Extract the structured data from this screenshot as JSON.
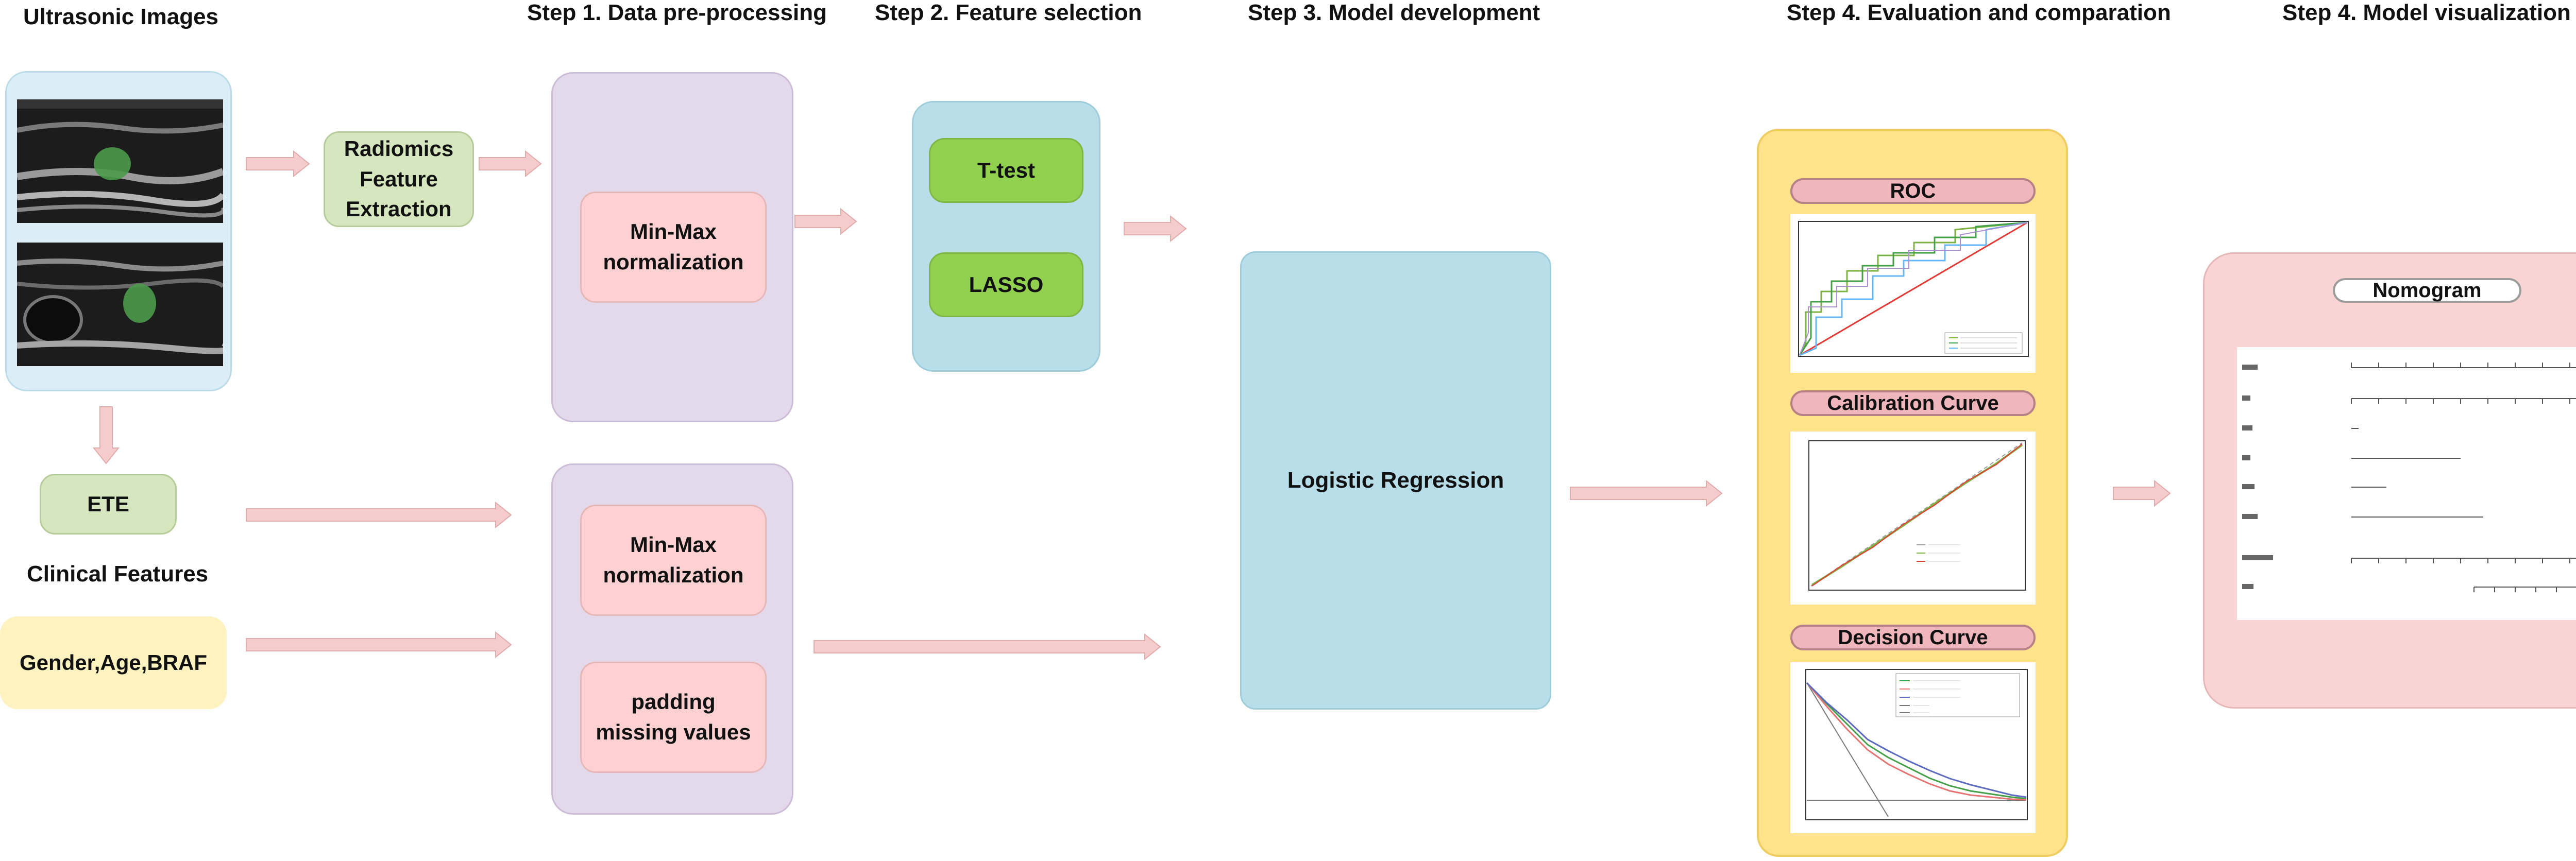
{
  "headings": {
    "ultrasonic": "Ultrasonic Images",
    "step1": "Step 1. Data pre-processing",
    "step2": "Step 2. Feature selection",
    "step3": "Step 3. Model development",
    "step4a": "Step 4. Evaluation and comparation",
    "step4b": "Step 4. Model visualization",
    "clinical": "Clinical Features"
  },
  "nodes": {
    "radiomics": "Radiomics Feature Extraction",
    "ete": "ETE",
    "gender": "Gender,Age,BRAF",
    "minmax_top": "Min-Max normalization",
    "minmax_bottom": "Min-Max normalization",
    "padding": "padding missing values",
    "ttest": "T-test",
    "lasso": "LASSO",
    "logistic": "Logistic Regression"
  },
  "evaluation": {
    "roc": "ROC",
    "calibration": "Calibration Curve",
    "decision": "Decision Curve"
  },
  "visualization": {
    "nomogram": "Nomogram"
  },
  "colors": {
    "arrow": "#f4cccc",
    "arrow_border": "#e3aaaa",
    "ultrasound_panel": "#dbeef7",
    "preprocess_panel": "#e3d9ea",
    "feature_panel": "#b8dfe9",
    "model_panel": "#b8dfe9",
    "evaluation_panel": "#ffe38a",
    "nomogram_panel": "#f8d4d4"
  }
}
